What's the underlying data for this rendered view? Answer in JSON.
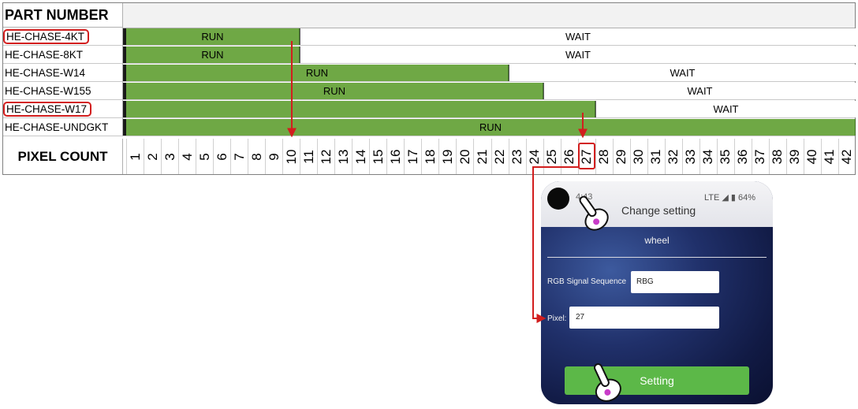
{
  "header": {
    "part_number_label": "PART NUMBER"
  },
  "rows": [
    {
      "part": "HE-CHASE-4KT",
      "run_label": "RUN",
      "wait_label": "WAIT",
      "run_pixels": 10,
      "highlighted": true
    },
    {
      "part": "HE-CHASE-8KT",
      "run_label": "RUN",
      "wait_label": "WAIT",
      "run_pixels": 10,
      "highlighted": false
    },
    {
      "part": "HE-CHASE-W14",
      "run_label": "RUN",
      "wait_label": "WAIT",
      "run_pixels": 22,
      "highlighted": false
    },
    {
      "part": "HE-CHASE-W155",
      "run_label": "RUN",
      "wait_label": "WAIT",
      "run_pixels": 24,
      "highlighted": false
    },
    {
      "part": "HE-CHASE-W17",
      "run_label": "",
      "wait_label": "WAIT",
      "run_pixels": 27,
      "highlighted": true
    },
    {
      "part": "HE-CHASE-UNDGKT",
      "run_label": "RUN",
      "wait_label": "",
      "run_pixels": 42,
      "highlighted": false
    }
  ],
  "pixel_count": {
    "label": "PIXEL COUNT",
    "numbers": [
      "1",
      "2",
      "3",
      "4",
      "5",
      "6",
      "7",
      "8",
      "9",
      "10",
      "11",
      "12",
      "13",
      "14",
      "15",
      "16",
      "17",
      "18",
      "19",
      "20",
      "21",
      "22",
      "23",
      "24",
      "25",
      "26",
      "27",
      "28",
      "29",
      "30",
      "31",
      "32",
      "33",
      "34",
      "35",
      "36",
      "37",
      "38",
      "39",
      "40",
      "41",
      "42"
    ],
    "total": 42,
    "highlighted_pixel": 27
  },
  "phone": {
    "status_time": "4:43",
    "status_right": "LTE ◢ ▮ 64%",
    "title": "Change setting",
    "section_title": "wheel",
    "rgb_label": "RGB Signal Sequence",
    "rgb_value": "RBG",
    "pixel_label": "Pixel:",
    "pixel_value": "27",
    "setting_button": "Setting"
  },
  "colors": {
    "run_green": "#6fa845",
    "highlight_red": "#d21e1e",
    "button_green": "#5cb848"
  }
}
